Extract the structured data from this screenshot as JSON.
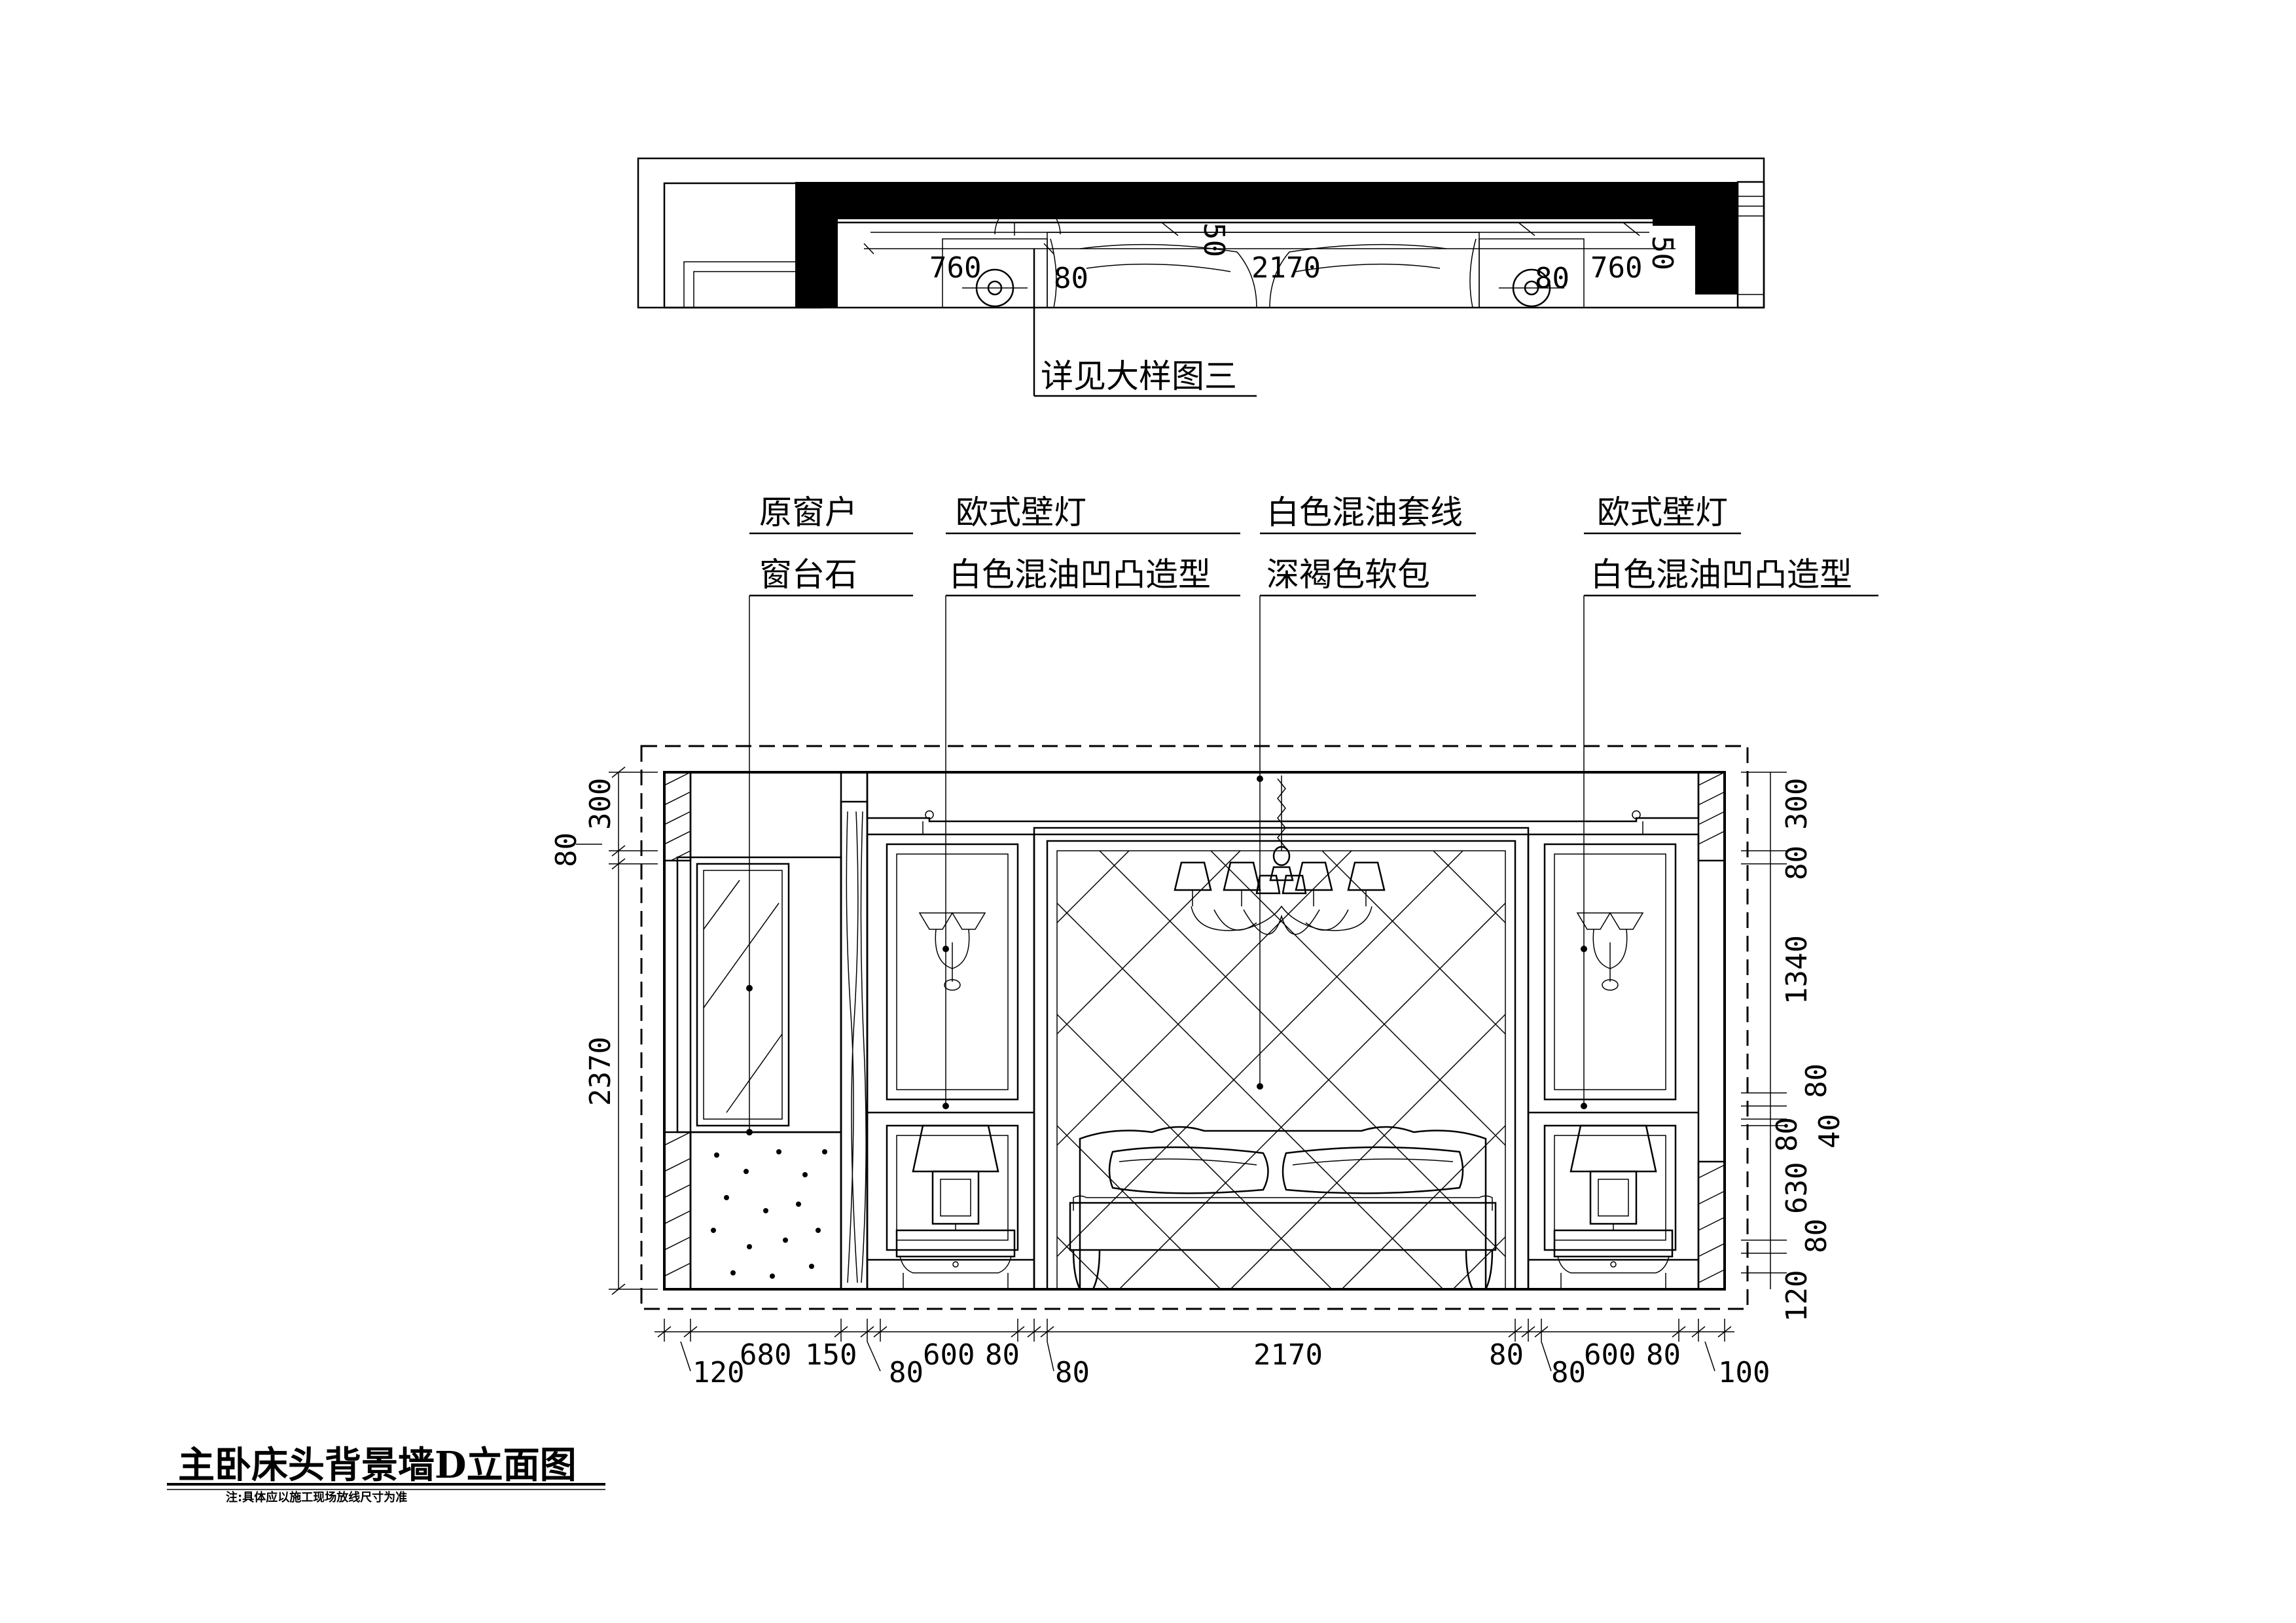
{
  "plan": {
    "callout": "详见大样图三",
    "dims": [
      "760",
      "80",
      "50",
      "2170",
      "80",
      "760",
      "50"
    ]
  },
  "labels": {
    "col1_top": "原窗户",
    "col1_bottom": "窗台石",
    "col2_top": "欧式壁灯",
    "col2_bottom": "白色混油凹凸造型",
    "col3_top": "白色混油套线",
    "col3_bottom": "深褐色软包",
    "col4_top": "欧式壁灯",
    "col4_bottom": "白色混油凹凸造型"
  },
  "dims_left": [
    "300",
    "80",
    "2370"
  ],
  "dims_right": [
    "300",
    "80",
    "1340",
    "80",
    "80",
    "40",
    "630",
    "80",
    "120"
  ],
  "dims_bottom": [
    "120",
    "680",
    "150",
    "80",
    "600",
    "80",
    "80",
    "2170",
    "80",
    "80",
    "600",
    "80",
    "100"
  ],
  "title": "主卧床头背景墙D立面图",
  "note": "注:具体应以施工现场放线尺寸为准"
}
